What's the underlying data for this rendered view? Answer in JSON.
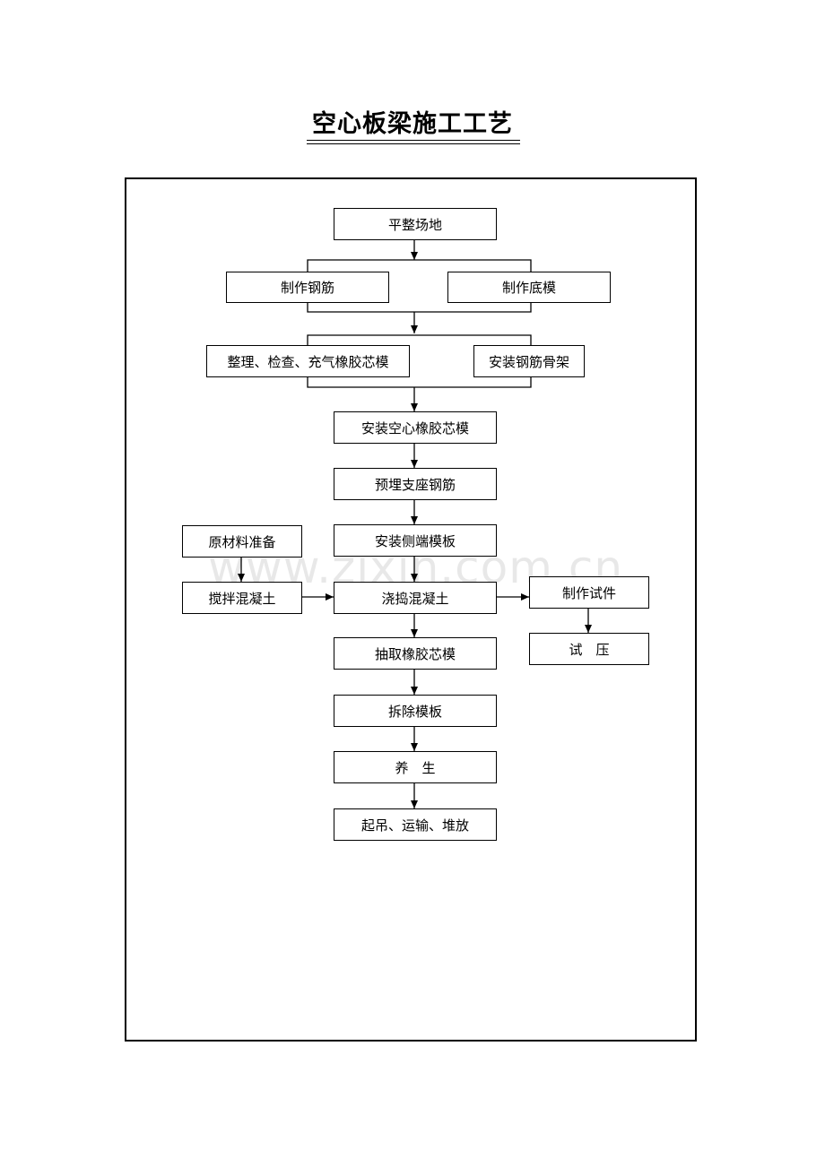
{
  "title": "空心板梁施工工艺",
  "watermark": "www.zixin.com.cn",
  "steps": {
    "s1": "平整场地",
    "s2a": "制作钢筋",
    "s2b": "制作底模",
    "s3a": "整理、检查、充气橡胶芯模",
    "s3b": "安装钢筋骨架",
    "s4": "安装空心橡胶芯模",
    "s5": "预埋支座钢筋",
    "s6": "安装侧端模板",
    "s7": "浇捣混凝土",
    "s8": "抽取橡胶芯模",
    "s9": "拆除模板",
    "s10": "养　生",
    "s11": "起吊、运输、堆放",
    "m1": "原材料准备",
    "m2": "搅拌混凝土",
    "t1": "制作试件",
    "t2": "试　压"
  }
}
